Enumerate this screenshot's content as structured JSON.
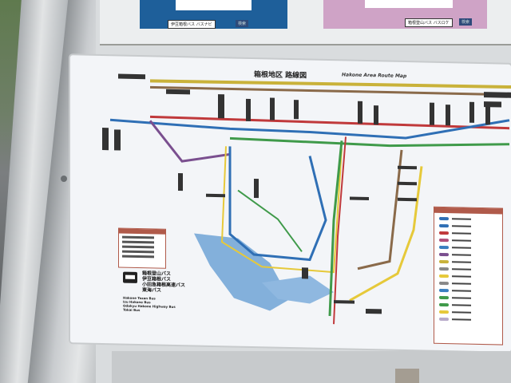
{
  "top_panels": [
    {
      "name": "izuhakone",
      "service_label": "伊豆箱根バス バスナビ",
      "button_label": "検索",
      "color": "#1e5f9a"
    },
    {
      "name": "tozan",
      "service_label": "箱根登山バス バスロケ",
      "button_label": "検索",
      "color": "#cfa3c6"
    }
  ],
  "map": {
    "title_jp": "箱根地区 路線図",
    "title_en": "Hakone Area Route Map",
    "operators_jp": [
      "箱根登山バス",
      "伊豆箱根バス",
      "小田急箱根高速バス",
      "東海バス"
    ],
    "operators_en": [
      "Hakone Tozan Bus",
      "Izu Hakone Bus",
      "Odakyu Hakone Highway Bus",
      "Tokai Bus"
    ],
    "route_colors": {
      "gold": "#c9b23a",
      "brown": "#8a6a4a",
      "blue": "#2f6fb5",
      "green": "#3f9a4a",
      "red": "#c0393b",
      "purple": "#7a4f8f",
      "yellow": "#e6c93a",
      "lake": "#6fa3d6"
    }
  }
}
